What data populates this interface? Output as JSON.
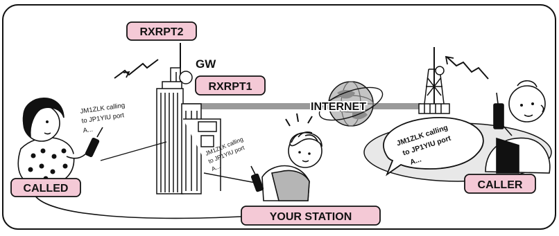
{
  "labels": {
    "rxrpt2": "RXRPT2",
    "gw": "GW",
    "rxrpt1": "RXRPT1",
    "internet": "INTERNET",
    "called": "CALLED",
    "caller": "CALLER",
    "your_station": "YOUR STATION"
  },
  "messages": {
    "called_bubble": [
      "JM1ZLK calling",
      "to JP1YIU port",
      "A..."
    ],
    "your_station_bubble": [
      "JM1ZLK calling",
      "to JP1YIU port",
      "A..."
    ],
    "caller_bubble": [
      "JM1ZLK calling",
      "to JP1YIU port",
      "A..."
    ]
  },
  "colors": {
    "label_fill": "#f4c9d6",
    "stroke": "#111111",
    "internet_line": "#999999",
    "globe": "#b8b8b8",
    "shadow": "#e6e6e6"
  }
}
